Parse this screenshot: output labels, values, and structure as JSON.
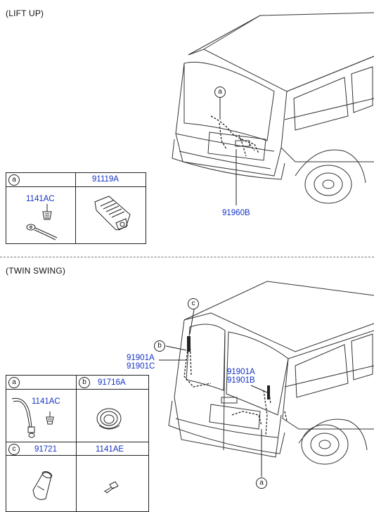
{
  "sections": {
    "lift_up": {
      "title": "(LIFT UP)"
    },
    "twin_swing": {
      "title": "(TWIN SWING)"
    }
  },
  "lift_up": {
    "callout_a": "a",
    "part_main": "91960B",
    "table": {
      "header_a": "a",
      "col2_part": "91119A",
      "col1_part": "1141AC"
    }
  },
  "twin_swing": {
    "callout_a": "a",
    "callout_b": "b",
    "callout_c": "c",
    "left_parts": [
      "91901A",
      "91901C"
    ],
    "right_parts": [
      "91901A",
      "91901B"
    ],
    "table": {
      "cell_a": {
        "marker": "a",
        "part": "1141AC"
      },
      "cell_b": {
        "marker": "b",
        "part": "91716A"
      },
      "cell_c": {
        "marker": "c",
        "part": "91721"
      },
      "cell_d": {
        "part": "1141AE"
      }
    }
  },
  "colors": {
    "part_number": "#1531c4",
    "line": "#222222"
  }
}
